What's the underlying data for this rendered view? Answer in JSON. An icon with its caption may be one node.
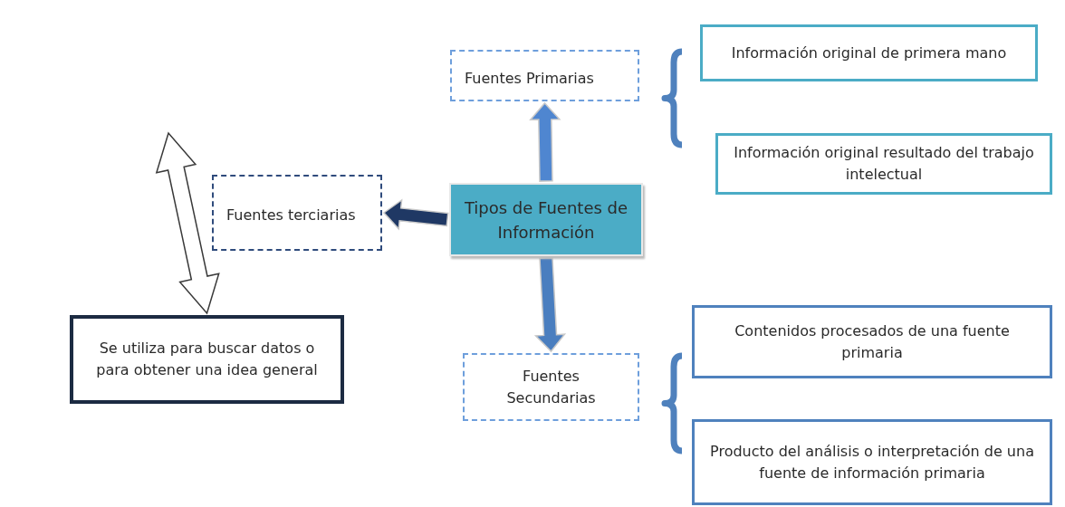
{
  "diagram": {
    "nodes": [
      {
        "text": [
          "Fuentes Primarias"
        ]
      },
      {
        "text": [
          "Información original de primera mano"
        ]
      },
      {
        "text": [
          "Información original resultado del trabajo intelectual"
        ]
      },
      {
        "text": [
          "Fuentes terciarias"
        ]
      },
      {
        "text": [
          "Tipos de Fuentes de Información"
        ]
      },
      {
        "text": [
          "Se utiliza para buscar datos o para obtener una idea general"
        ]
      },
      {
        "text": [
          "Fuentes Secundarias"
        ]
      },
      {
        "text": [
          "Contenidos procesados de una fuente primaria"
        ]
      },
      {
        "text": [
          "Producto del análisis o interpretación de una fuente de información primaria"
        ]
      }
    ],
    "edges": [
      {
        "from": 4,
        "to": 0,
        "arrow": "to",
        "style": "thick",
        "color": "#4f86d0"
      },
      {
        "from": 4,
        "to": 3,
        "arrow": "to",
        "style": "thick",
        "color": "#1f3864"
      },
      {
        "from": 4,
        "to": 6,
        "arrow": "to",
        "style": "thick",
        "color": "#4a7ebf"
      },
      {
        "from": null,
        "to": 5,
        "arrow": "both"
      }
    ]
  }
}
